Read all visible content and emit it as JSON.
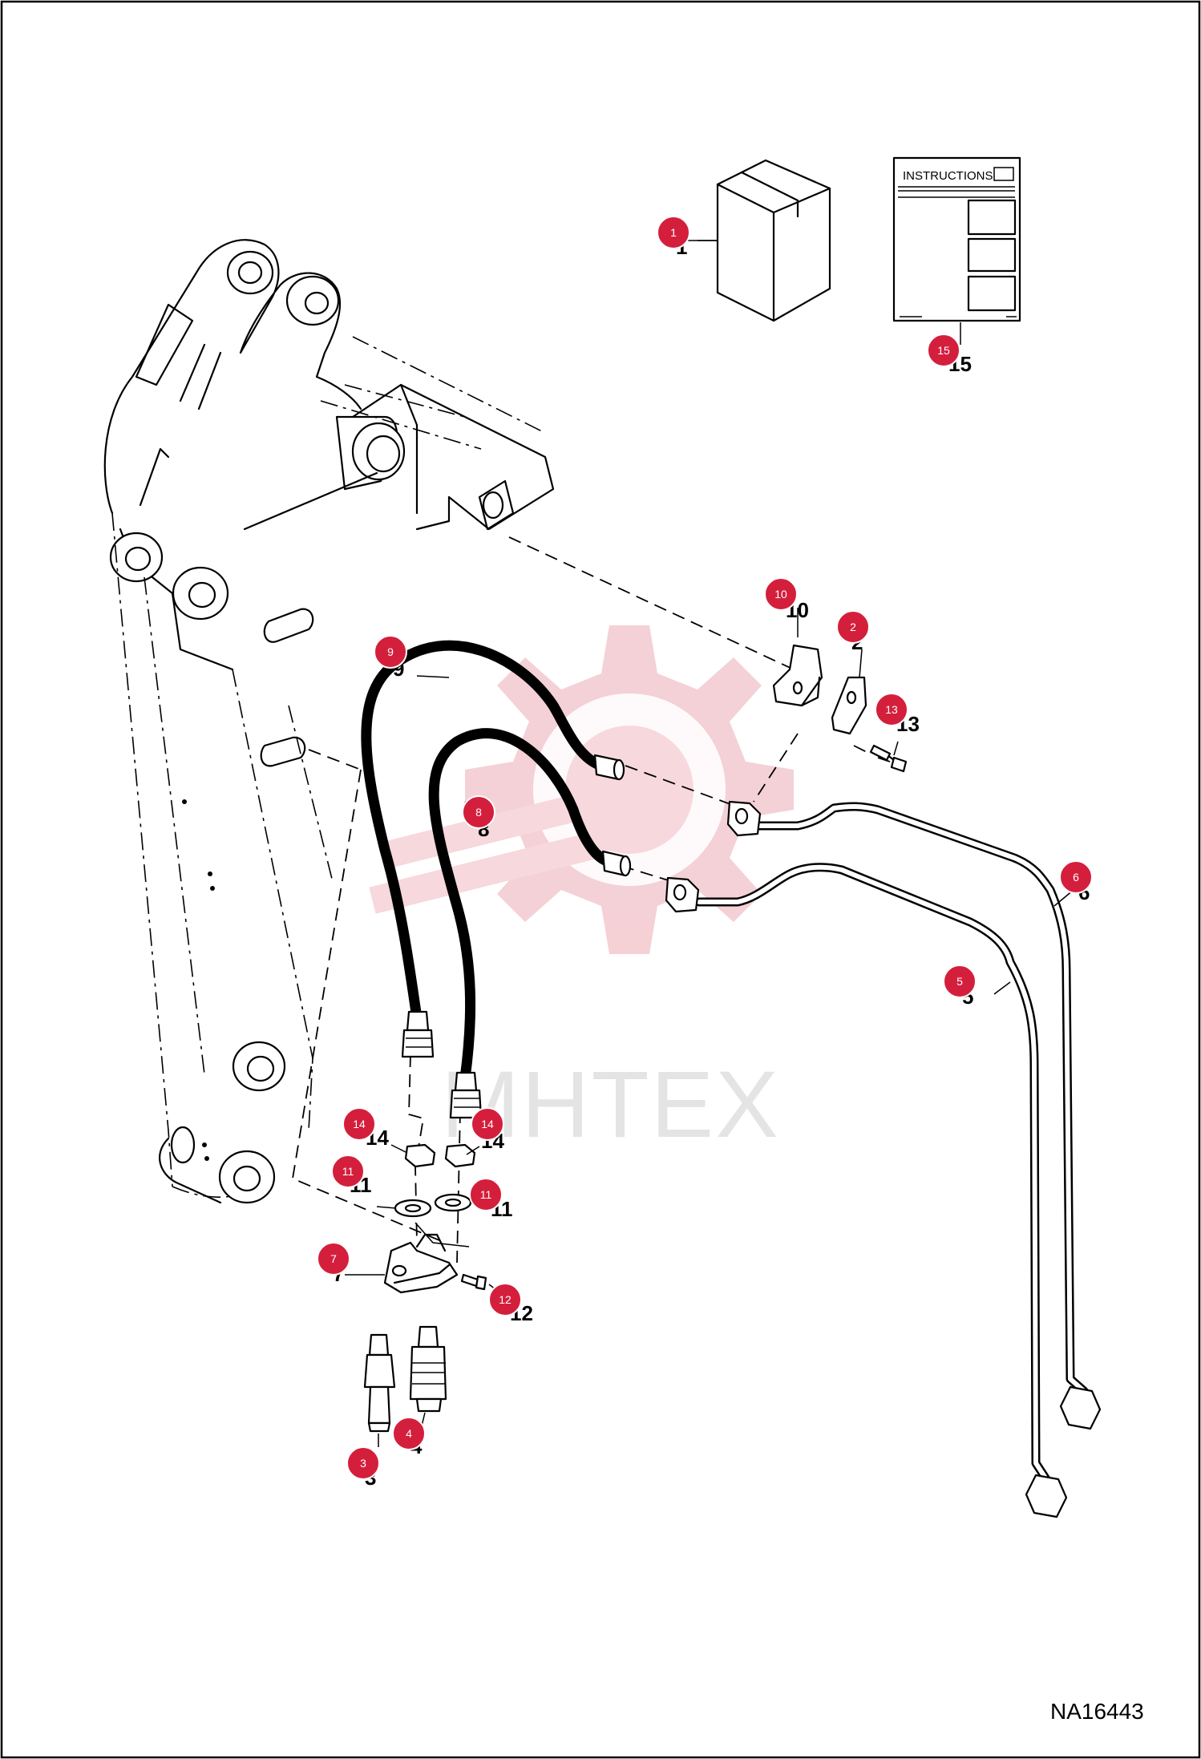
{
  "diagram": {
    "figure_id": "NA16443",
    "watermark_text": "MHTEX",
    "instructions_label": "INSTRUCTIONS",
    "badge_color": "#d41f3c",
    "watermark_color": "#f3c9cf",
    "callouts": [
      {
        "id": "1",
        "label": "1"
      },
      {
        "id": "2",
        "label": "2"
      },
      {
        "id": "3",
        "label": "3"
      },
      {
        "id": "4",
        "label": "4"
      },
      {
        "id": "5",
        "label": "5"
      },
      {
        "id": "6",
        "label": "6"
      },
      {
        "id": "7",
        "label": "7"
      },
      {
        "id": "8",
        "label": "8"
      },
      {
        "id": "9",
        "label": "9"
      },
      {
        "id": "10",
        "label": "10"
      },
      {
        "id": "11a",
        "label": "11"
      },
      {
        "id": "11b",
        "label": "11"
      },
      {
        "id": "12",
        "label": "12"
      },
      {
        "id": "13",
        "label": "13"
      },
      {
        "id": "14a",
        "label": "14"
      },
      {
        "id": "14b",
        "label": "14"
      },
      {
        "id": "15",
        "label": "15"
      }
    ]
  }
}
